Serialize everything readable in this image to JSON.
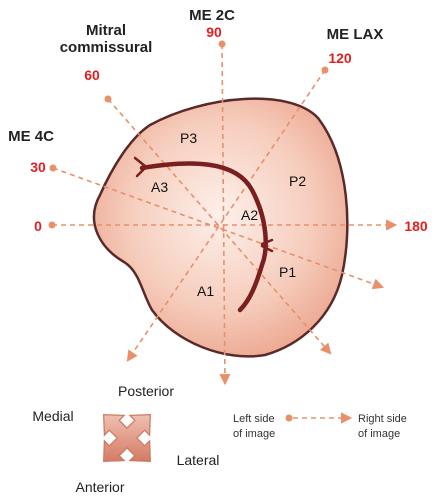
{
  "views": {
    "me_2c": "ME 2C",
    "me_lax": "ME LAX",
    "mitral_commissural_line1": "Mitral",
    "mitral_commissural_line2": "commissural",
    "me_4c": "ME 4C"
  },
  "angles": {
    "a0": "0",
    "a30": "30",
    "a60": "60",
    "a90": "90",
    "a120": "120",
    "a180": "180"
  },
  "scallops": {
    "p1": "P1",
    "p2": "P2",
    "p3": "P3",
    "a1": "A1",
    "a2": "A2",
    "a3": "A3"
  },
  "orientation": {
    "posterior": "Posterior",
    "medial": "Medial",
    "lateral": "Lateral",
    "anterior": "Anterior"
  },
  "legend": {
    "left_line1": "Left side",
    "left_line2": "of image",
    "right_line1": "Right side",
    "right_line2": "of image"
  },
  "colors": {
    "angle_red": "#e02020",
    "dashed_line": "#e8906a",
    "valve_fill_center": "#fbe7df",
    "valve_fill_edge": "#efb39d",
    "valve_outline": "#5a2a2a",
    "coaptation": "#7a1f1f"
  }
}
